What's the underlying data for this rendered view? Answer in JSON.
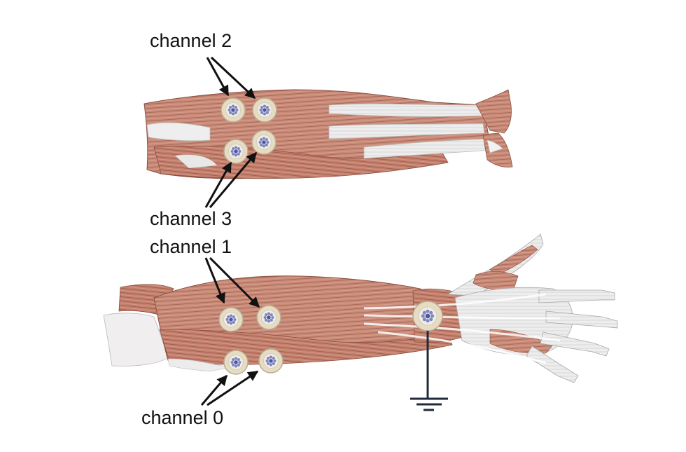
{
  "labels": {
    "channel2": "channel 2",
    "channel3": "channel 3",
    "channel1": "channel 1",
    "channel0": "channel 0"
  },
  "colors": {
    "muscle": "#c98b78",
    "muscle_dark": "#9b5a4a",
    "tendon": "#ecebea",
    "electrode": "#e6dcc4",
    "electrode_core": "#7d86c4",
    "arrow": "#111111",
    "ground": "#1f2a3a"
  },
  "icons": {
    "electrode": "electrode-icon",
    "ground": "ground-symbol-icon"
  }
}
